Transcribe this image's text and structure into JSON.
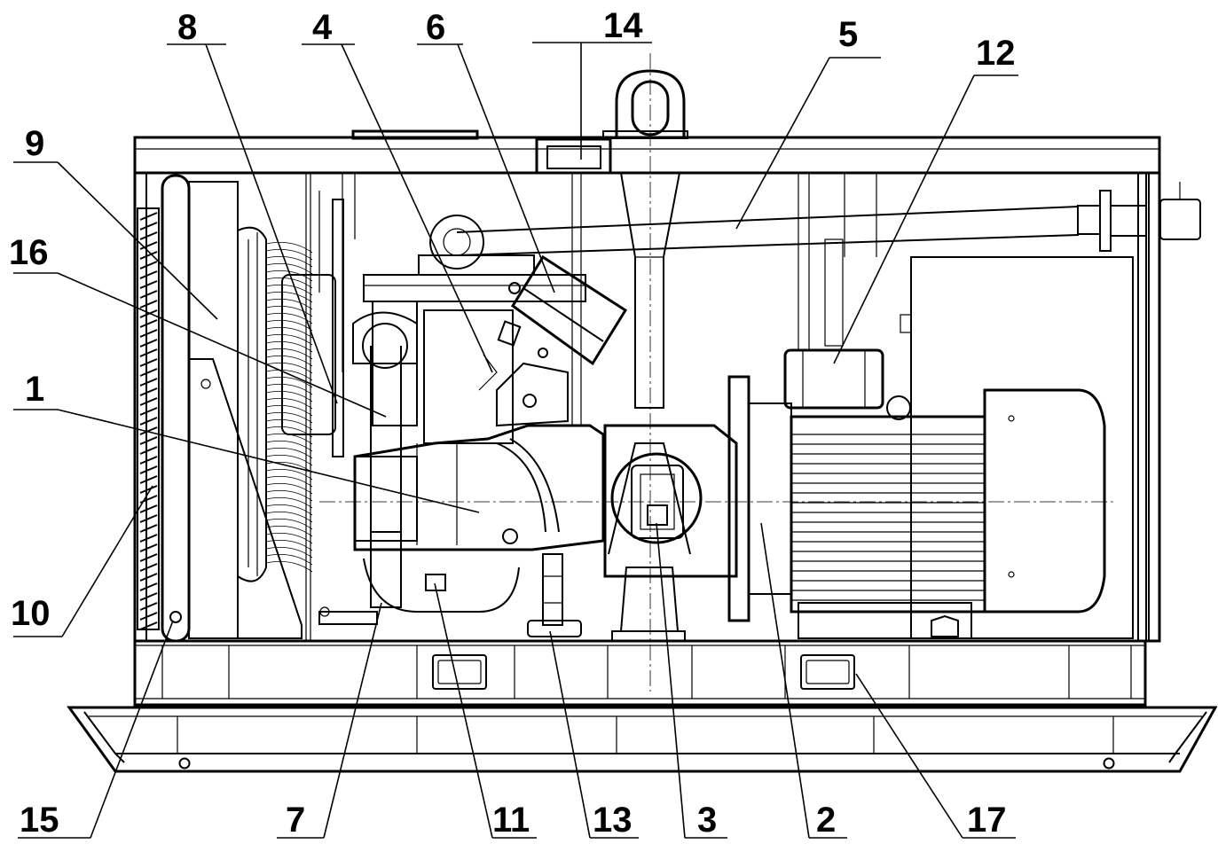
{
  "drawing": {
    "callouts": [
      {
        "id": "c8",
        "label": "8"
      },
      {
        "id": "c4",
        "label": "4"
      },
      {
        "id": "c6",
        "label": "6"
      },
      {
        "id": "c14",
        "label": "14"
      },
      {
        "id": "c5",
        "label": "5"
      },
      {
        "id": "c12",
        "label": "12"
      },
      {
        "id": "c9",
        "label": "9"
      },
      {
        "id": "c16",
        "label": "16"
      },
      {
        "id": "c1",
        "label": "1"
      },
      {
        "id": "c10",
        "label": "10"
      },
      {
        "id": "c15",
        "label": "15"
      },
      {
        "id": "c7",
        "label": "7"
      },
      {
        "id": "c11",
        "label": "11"
      },
      {
        "id": "c13",
        "label": "13"
      },
      {
        "id": "c3",
        "label": "3"
      },
      {
        "id": "c2",
        "label": "2"
      },
      {
        "id": "c17",
        "label": "17"
      }
    ]
  }
}
